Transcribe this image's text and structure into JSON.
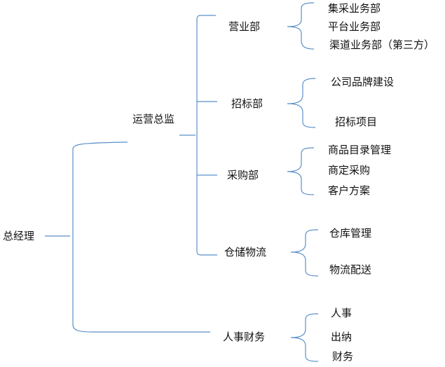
{
  "root": {
    "label": "总经理"
  },
  "ops": {
    "label": "运营总监"
  },
  "departments": [
    {
      "label": "营业部",
      "items": [
        "集采业务部",
        "平台业务部",
        "渠道业务部（第三方）"
      ]
    },
    {
      "label": "招标部",
      "items": [
        "公司品牌建设",
        "招标项目"
      ]
    },
    {
      "label": "采购部",
      "items": [
        "商品目录管理",
        "商定采购",
        "客户方案"
      ]
    },
    {
      "label": "仓储物流",
      "items": [
        "仓库管理",
        "物流配送"
      ]
    }
  ],
  "hr": {
    "label": "人事财务",
    "items": [
      "人事",
      "出纳",
      "财务"
    ]
  },
  "colors": {
    "line": "#5b8fc9",
    "text": "#111111"
  }
}
